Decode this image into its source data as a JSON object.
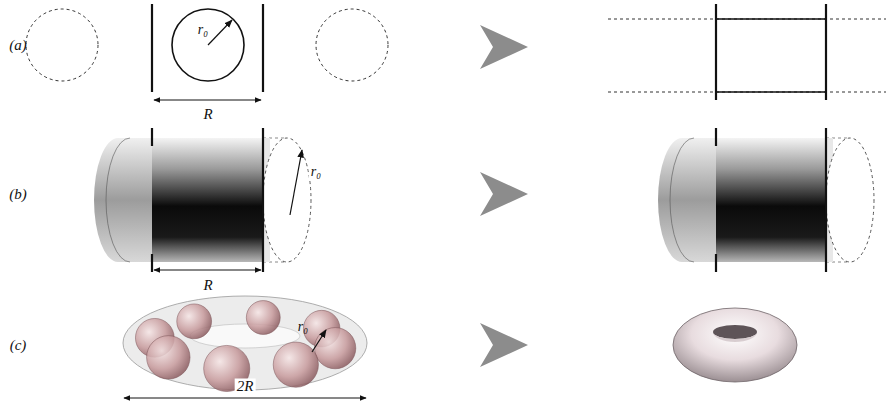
{
  "diagram": {
    "labels": [
      "(a)",
      "r₀",
      "R",
      "(b)",
      "r₀",
      "R",
      "(c)",
      "r₀",
      "2R"
    ]
  }
}
